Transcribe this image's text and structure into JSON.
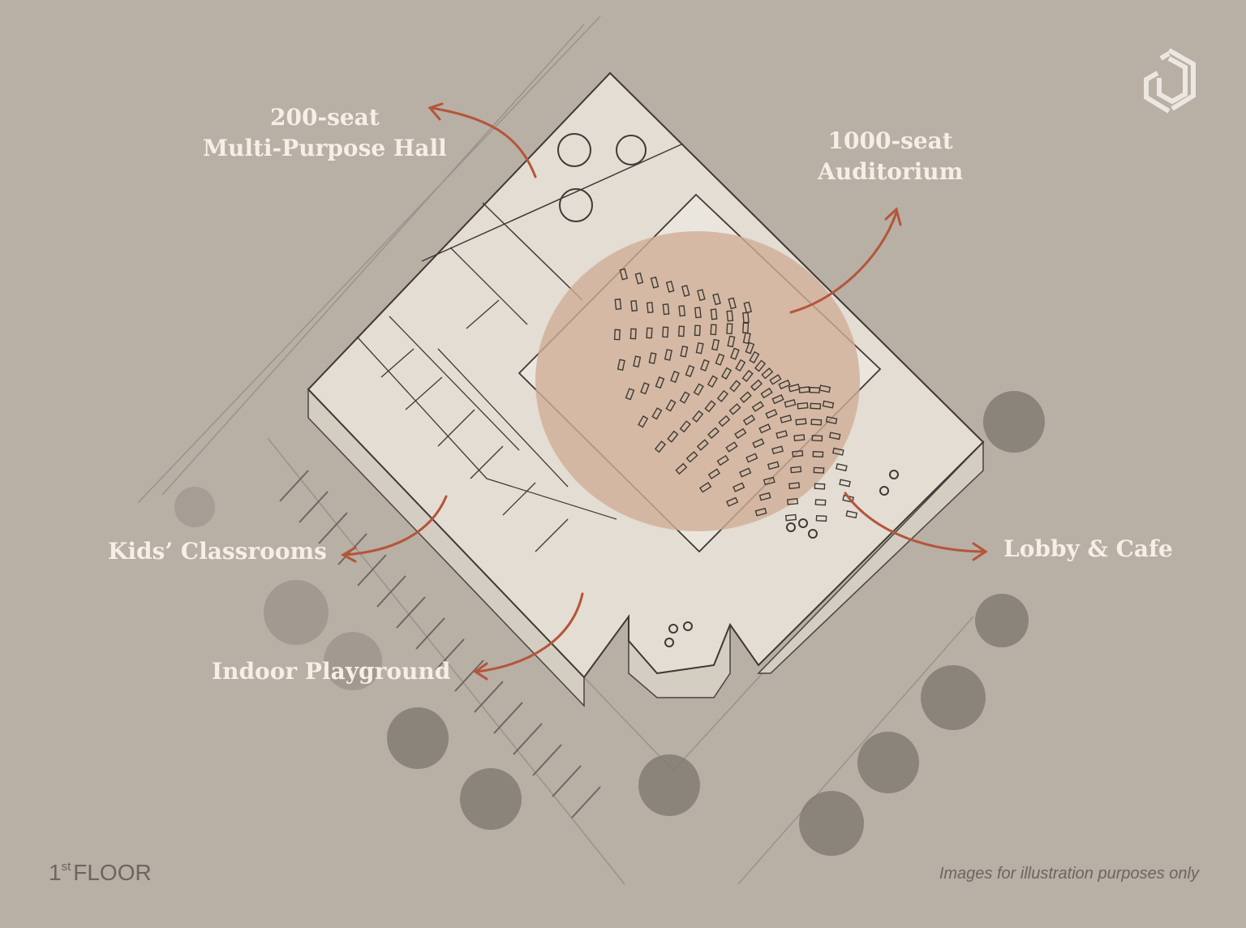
{
  "labels": {
    "hall_line1": "200-seat",
    "hall_line2": "Multi-Purpose Hall",
    "auditorium_line1": "1000-seat",
    "auditorium_line2": "Auditorium",
    "classrooms": "Kids’ Classrooms",
    "lobby": "Lobby & Cafe",
    "playground": "Indoor Playground"
  },
  "footer": {
    "floor_number": "1",
    "floor_suffix": "st",
    "floor_word": "FLOOR",
    "disclaimer": "Images for illustration purposes only"
  },
  "colors": {
    "background": "#b8afa5",
    "building": "#e3ddd3",
    "auditorium_tint": "#cfae96",
    "arrow": "#b5553a",
    "label": "#f5efe6"
  },
  "icons": [
    "hexagon-logo-icon",
    "arrow-icon",
    "tree-icon"
  ]
}
